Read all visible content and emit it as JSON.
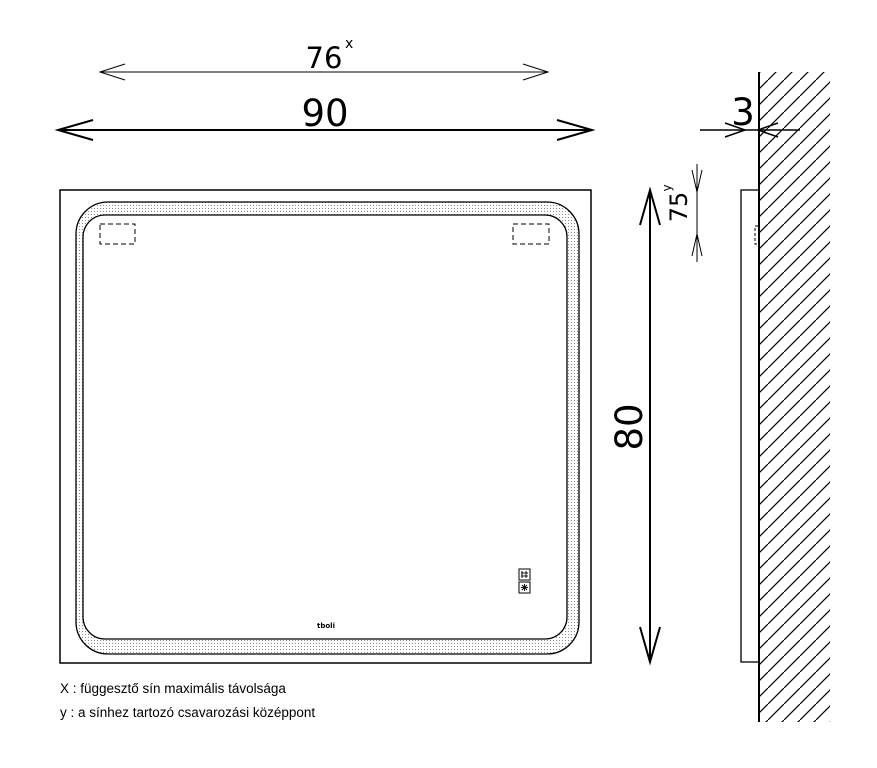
{
  "dimensions": {
    "rail_distance": {
      "value": "76",
      "marker": "x"
    },
    "width": {
      "value": "90"
    },
    "height": {
      "value": "80"
    },
    "depth": {
      "value": "3"
    },
    "screw_center": {
      "value": "75",
      "marker": "y"
    }
  },
  "mirror": {
    "logo_text": "tboli",
    "switch_icons": [
      "hash-icon",
      "snowflake-icon"
    ]
  },
  "legend": [
    {
      "text": "X : függesztő sín maximális távolsága"
    },
    {
      "text": "y : a sínhez tartozó csavarozási középpont"
    }
  ],
  "colors": {
    "line": "#000000",
    "background": "#ffffff",
    "led_dots": "#8a8a8a"
  }
}
